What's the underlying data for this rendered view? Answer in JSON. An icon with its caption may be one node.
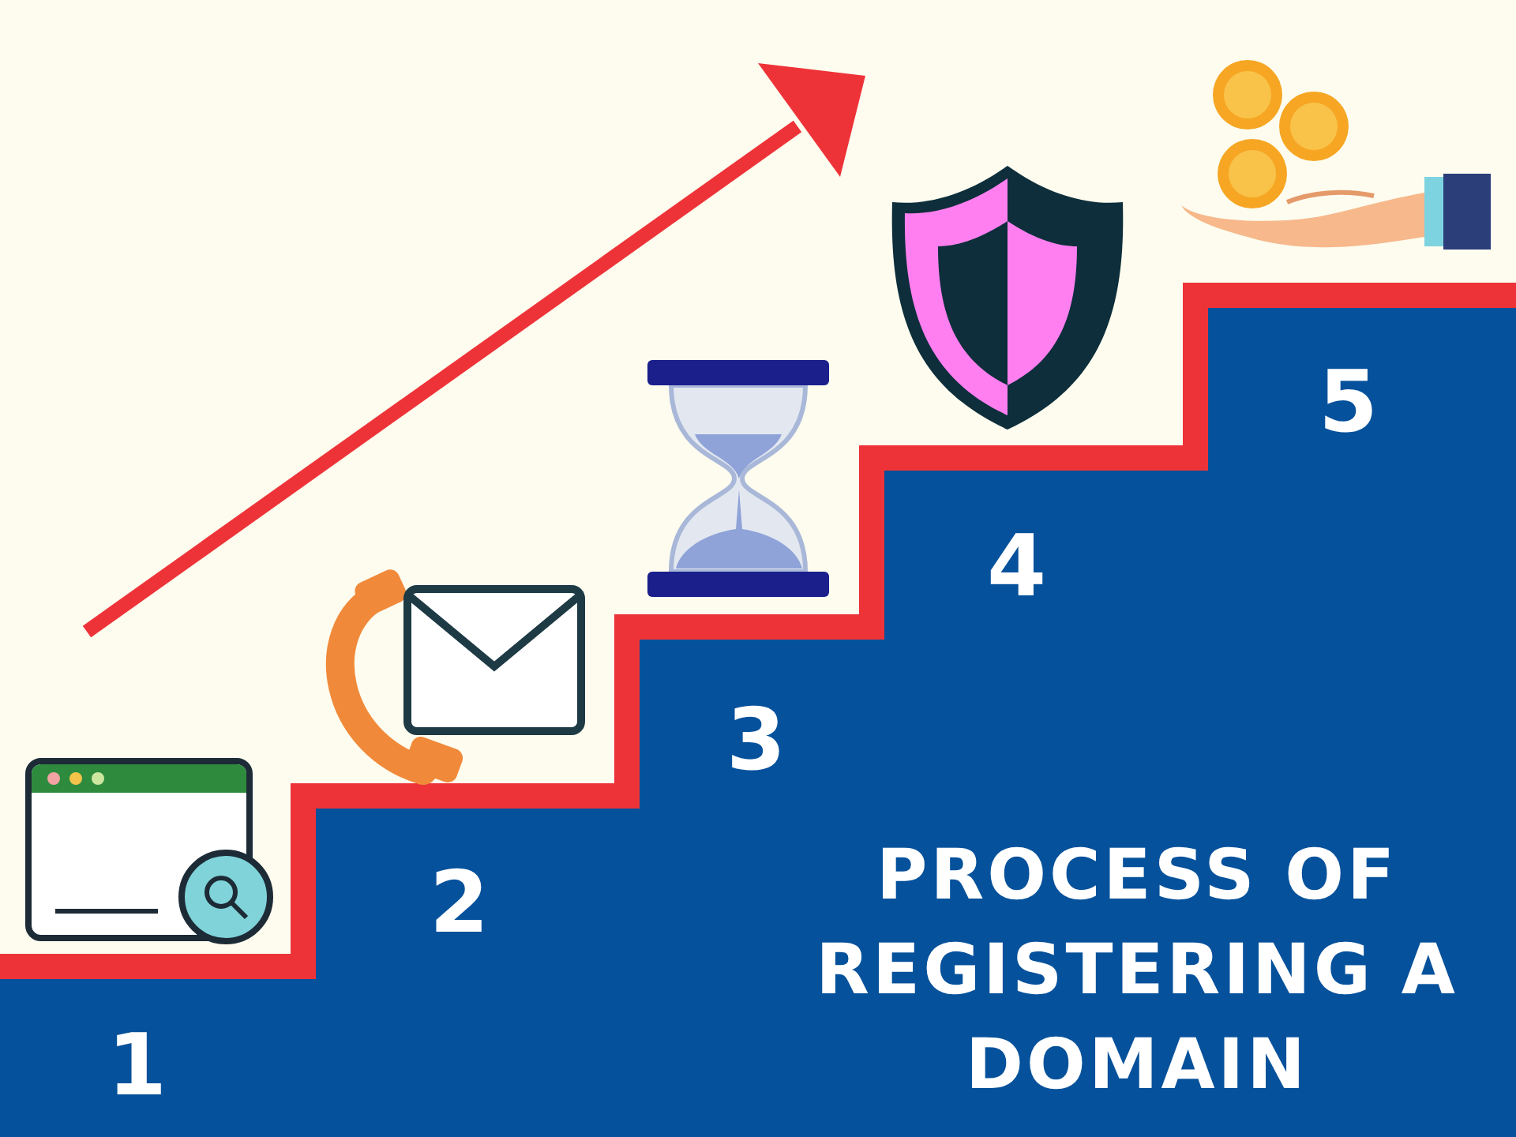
{
  "diagram": {
    "title": "PROCESS OF REGISTERING A DOMAIN",
    "labels": [
      "1",
      "2",
      "3",
      "4",
      "5"
    ]
  }
}
